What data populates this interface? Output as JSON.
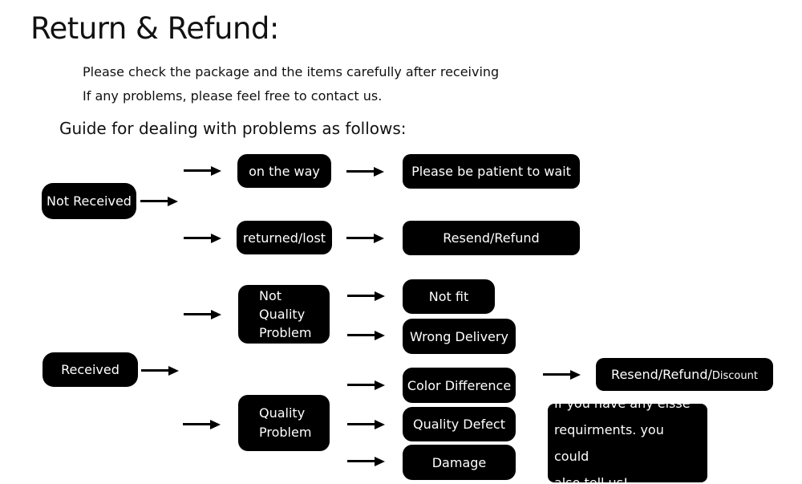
{
  "page": {
    "title": "Return & Refund:",
    "subtitle_line1": "Please check the package and the items carefully after receiving",
    "subtitle_line2": "If any problems, please feel free to contact us.",
    "guide_heading": "Guide for dealing with problems as follows:"
  },
  "colors": {
    "page_bg": "#ffffff",
    "box_bg": "#000000",
    "box_text": "#ffffff",
    "text": "#111111",
    "arrow": "#000000"
  },
  "flowchart": {
    "nodes": {
      "not_received": "Not Received",
      "on_the_way": "on the way",
      "please_be_patient": "Please be patient to wait",
      "returned_lost": "returned/lost",
      "resend_refund": "Resend/Refund",
      "not_quality_problem": "Not\nQuality\nProblem",
      "not_fit": "Not fit",
      "wrong_delivery": "Wrong Delivery",
      "received": "Received",
      "quality_problem": "Quality\nProblem",
      "color_difference": "Color Difference",
      "quality_defect": "Quality Defect",
      "damage": "Damage",
      "resend_refund_discount_main": "Resend/Refund/",
      "resend_refund_discount_small": "Discount",
      "extra_note": "If you have any elsse\nrequirments. you could\nalso tell us!"
    }
  }
}
